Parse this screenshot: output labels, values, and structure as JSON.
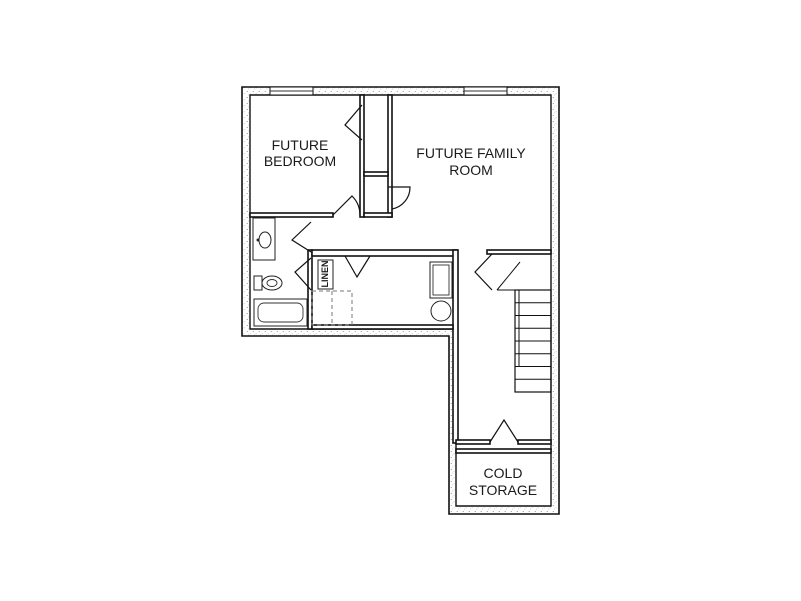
{
  "rooms": {
    "future_bedroom": [
      "FUTURE",
      "BEDROOM"
    ],
    "future_family_room": [
      "FUTURE FAMILY",
      "ROOM"
    ],
    "cold_storage": [
      "COLD",
      "STORAGE"
    ],
    "linen": "LINEN"
  }
}
